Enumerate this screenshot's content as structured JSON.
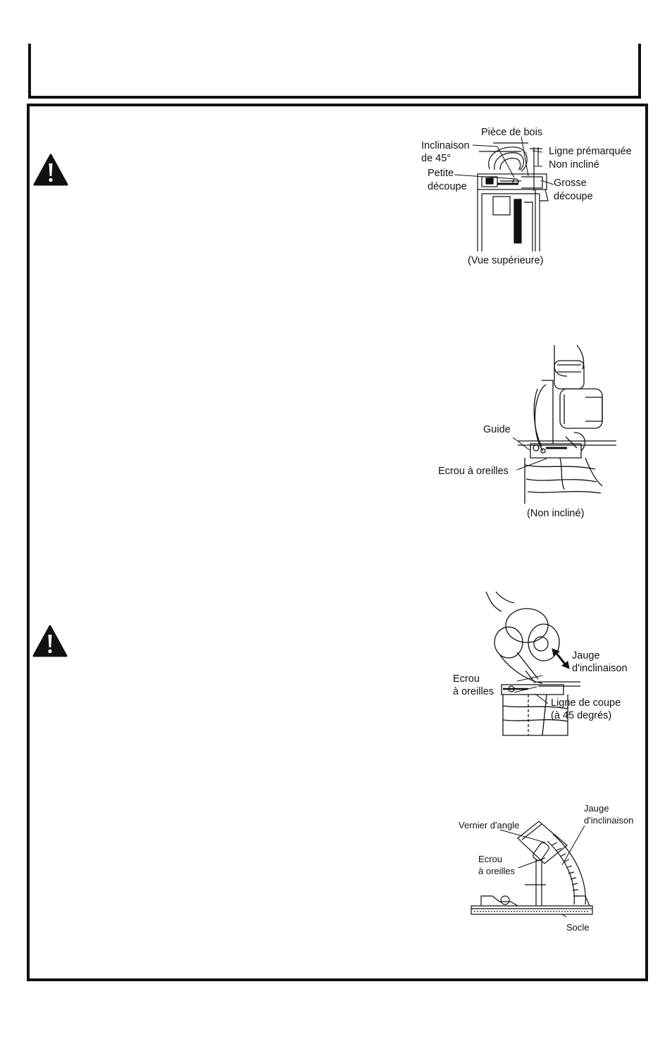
{
  "warnings": [
    {
      "icon": "warning-triangle-icon"
    },
    {
      "icon": "warning-triangle-icon"
    }
  ],
  "figure1": {
    "inclinaison": "Inclinaison",
    "de45": "de 45°",
    "piece": "Pièce de bois",
    "ligne": "Ligne prémarquée",
    "non_incline": "Non incliné",
    "petite": "Petite",
    "decoupe_small": "découpe",
    "grosse": "Grosse",
    "decoupe_large": "découpe",
    "caption": "(Vue supérieure)"
  },
  "figure2": {
    "guide": "Guide",
    "ecrou": "Ecrou à oreilles",
    "caption": "(Non incliné)"
  },
  "figure3": {
    "ecrou_1": "Ecrou",
    "ecrou_2": "à oreilles",
    "jauge_1": "Jauge",
    "jauge_2": "d'inclinaison",
    "ligne_1": "Ligne de coupe",
    "ligne_2": "(à 45 degrés)"
  },
  "figure4": {
    "vernier": "Vernier d'angle",
    "ecrou_1": "Ecrou",
    "ecrou_2": "à oreilles",
    "jauge_1": "Jauge",
    "jauge_2": "d'inclinaison",
    "socle": "Socle"
  }
}
